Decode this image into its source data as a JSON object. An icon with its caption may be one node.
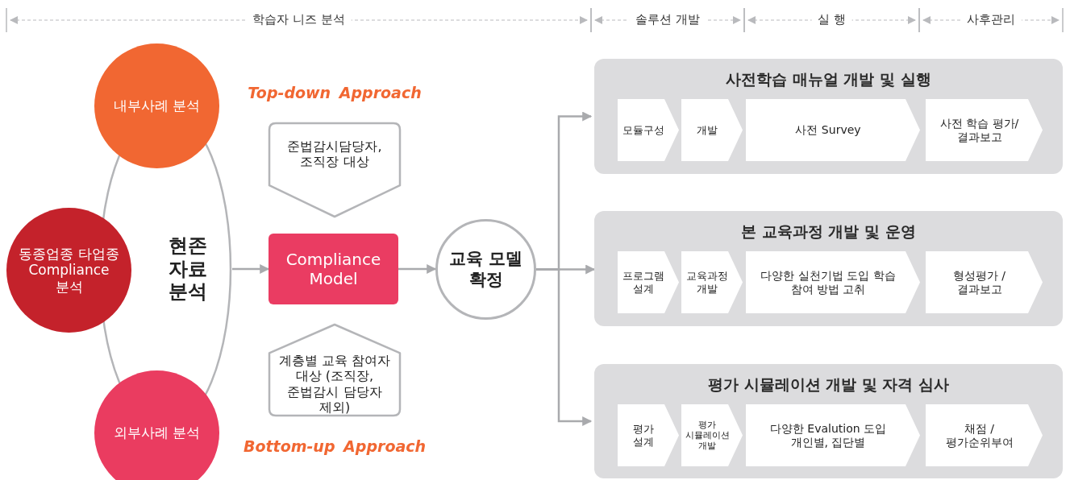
{
  "diagram": {
    "nodes": [
      {
        "text": [
          "현존 자료 분석"
        ]
      },
      {
        "text": [
          "내부사례 분석"
        ]
      },
      {
        "text": [
          "동종업종 타업종 Compliance 분석"
        ]
      },
      {
        "text": [
          "외부사례 분석"
        ]
      },
      {
        "text": [
          "준법감시담당자, 조직장 대상"
        ]
      },
      {
        "text": [
          "Compliance Model"
        ]
      },
      {
        "text": [
          "계층별 교육 참여자 대상 (조직장, 준법감시 담당자 제외)"
        ]
      },
      {
        "text": [
          "교육 모델 확정"
        ]
      },
      {
        "text": [
          "사전학습 매뉴얼 개발 및 실행"
        ]
      },
      {
        "text": [
          "모듈구성"
        ],
        "in": 8
      },
      {
        "text": [
          "개발"
        ],
        "in": 8
      },
      {
        "text": [
          "사전 Survey"
        ],
        "in": 8
      },
      {
        "text": [
          "사전 학습 평가/ 결과보고"
        ],
        "in": 8
      },
      {
        "text": [
          "본 교육과정 개발 및 운영"
        ]
      },
      {
        "text": [
          "프로그램 설계"
        ],
        "in": 13
      },
      {
        "text": [
          "교육과정 개발"
        ],
        "in": 13
      },
      {
        "text": [
          "다양한 실천기법 도입 학습 참여 방법 고취"
        ],
        "in": 13
      },
      {
        "text": [
          "형성평가 / 결과보고"
        ],
        "in": 13
      },
      {
        "text": [
          "평가 시뮬레이션 개발 및 자격 심사"
        ]
      },
      {
        "text": [
          "평가 설계"
        ],
        "in": 18
      },
      {
        "text": [
          "평가 시뮬레이션 개발"
        ],
        "in": 18
      },
      {
        "text": [
          "다양한 Evalution 도입 개인별, 집단별"
        ],
        "in": 18
      },
      {
        "text": [
          "채점 / 평가순위부여"
        ],
        "in": 18
      }
    ],
    "edges": [
      {
        "from": 0,
        "to": 5,
        "arrow": "to"
      },
      {
        "from": 5,
        "to": 7,
        "arrow": "to"
      },
      {
        "from": 7,
        "to": 8,
        "arrow": "to"
      },
      {
        "from": 7,
        "to": 13,
        "arrow": "to"
      },
      {
        "from": 7,
        "to": 18,
        "arrow": "to"
      }
    ],
    "labels": [
      "학습자 니즈 분석",
      "솔루션 개발",
      "실 행",
      "사후관리",
      "Top-down Approach",
      "Bottom-up Approach"
    ]
  }
}
